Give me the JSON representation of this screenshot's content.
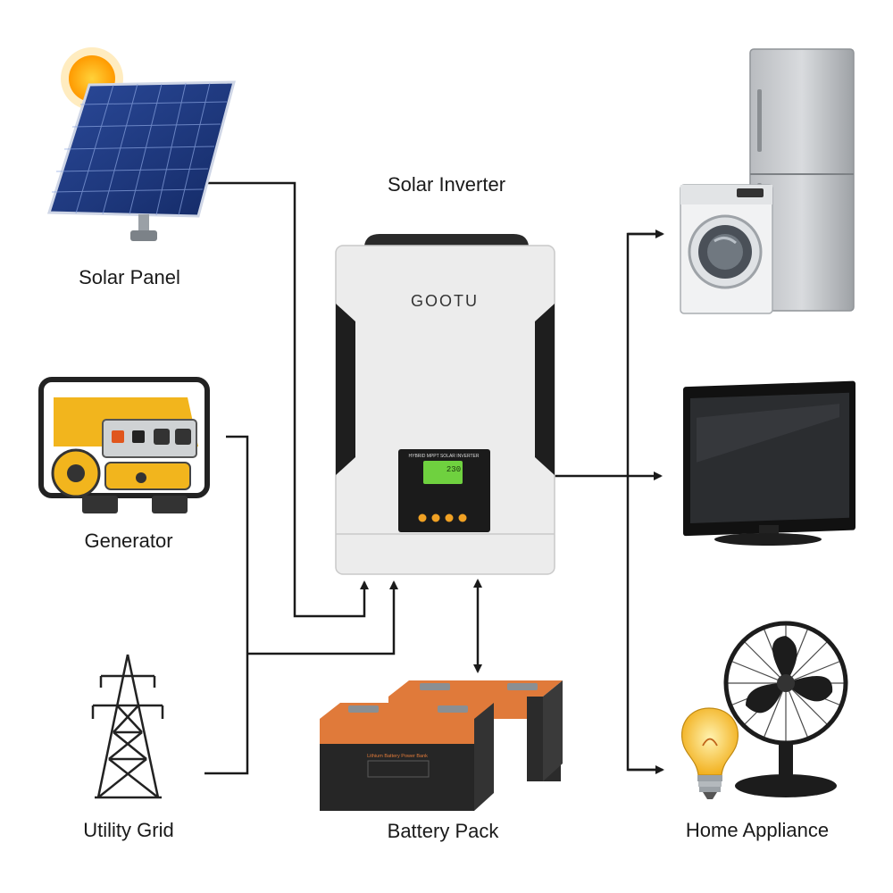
{
  "labels": {
    "inverter": "Solar Inverter",
    "solar_panel": "Solar Panel",
    "generator": "Generator",
    "utility_grid": "Utility Grid",
    "battery_pack": "Battery Pack",
    "home_appliance": "Home Appliance"
  },
  "inverter": {
    "brand": "GOOTU",
    "panel_title": "HYBRID MPPT SOLAR INVERTER",
    "display_value": "230"
  },
  "battery": {
    "label_text": "Lithium Battery Power Bank"
  },
  "colors": {
    "line": "#1a1a1a",
    "battery_orange": "#e07a3a",
    "inverter_body": "#ececec",
    "lcd": "#6fd13f"
  }
}
